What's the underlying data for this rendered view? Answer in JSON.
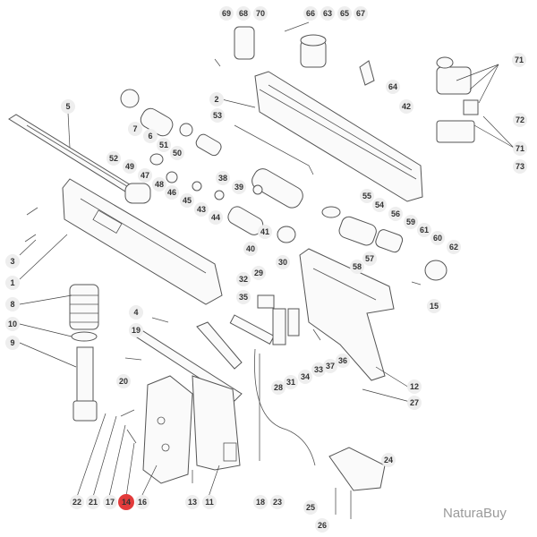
{
  "callouts": {
    "n69": "69",
    "n68": "68",
    "n70": "70",
    "n66": "66",
    "n63": "63",
    "n65": "65",
    "n67": "67",
    "n71a": "71",
    "n71b": "71",
    "n71c": "71",
    "n64": "64",
    "n72": "72",
    "n73": "73",
    "n2": "2",
    "n42": "42",
    "n5": "5",
    "n7": "7",
    "n53": "53",
    "n52": "52",
    "n6": "6",
    "n51": "51",
    "n50": "50",
    "n49": "49",
    "n47": "47",
    "n48": "48",
    "n46": "46",
    "n45": "45",
    "n43": "43",
    "n44": "44",
    "n38": "38",
    "n39": "39",
    "n55": "55",
    "n54": "54",
    "n56": "56",
    "n59": "59",
    "n60": "60",
    "n61": "61",
    "n62": "62",
    "n41": "41",
    "n40": "40",
    "n57": "57",
    "n58": "58",
    "n3": "3",
    "n1": "1",
    "n30": "30",
    "n29": "29",
    "n15": "15",
    "n32": "32",
    "n35": "35",
    "n8": "8",
    "n4": "4",
    "n10": "10",
    "n19": "19",
    "n9": "9",
    "n20": "20",
    "n31": "31",
    "n34": "34",
    "n33": "33",
    "n37": "37",
    "n36": "36",
    "n28": "28",
    "n12": "12",
    "n27": "27",
    "n22": "22",
    "n21": "21",
    "n17": "17",
    "n14": "14",
    "n16": "16",
    "n13": "13",
    "n11": "11",
    "n18": "18",
    "n23": "23",
    "n24": "24",
    "n25": "25",
    "n26": "26"
  },
  "highlight_color": "#e23b3b",
  "watermark": "NaturaBuy"
}
